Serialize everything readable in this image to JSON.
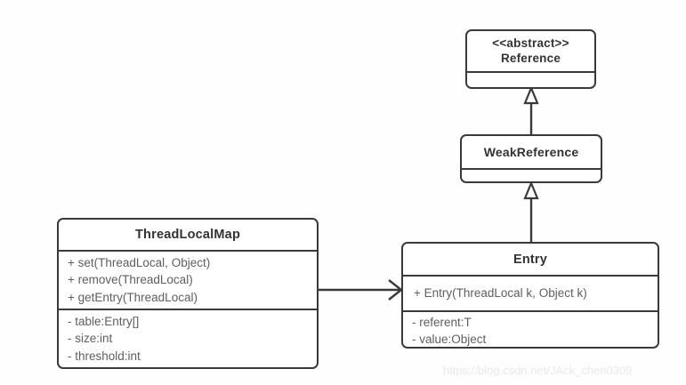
{
  "diagram": {
    "type": "uml-class-diagram",
    "background_color": "#fefefe",
    "border_color": "#3a3a3a",
    "title_text_color": "#333333",
    "member_text_color": "#5e5e5e"
  },
  "classes": {
    "reference": {
      "stereotype": "<<abstract>>",
      "name": "Reference",
      "members": []
    },
    "weak_reference": {
      "name": "WeakReference",
      "members": []
    },
    "entry": {
      "name": "Entry",
      "operations": [
        "+ Entry(ThreadLocal k, Object k)"
      ],
      "attributes": [
        "- referent:T",
        "- value:Object"
      ]
    },
    "thread_local_map": {
      "name": "ThreadLocalMap",
      "operations": [
        "+ set(ThreadLocal, Object)",
        "+ remove(ThreadLocal)",
        "+ getEntry(ThreadLocal)"
      ],
      "attributes": [
        "- table:Entry[]",
        "- size:int",
        "- threshold:int"
      ]
    }
  },
  "relationships": [
    {
      "from": "weak_reference",
      "to": "reference",
      "kind": "generalization",
      "arrowhead": "hollow-triangle"
    },
    {
      "from": "entry",
      "to": "weak_reference",
      "kind": "generalization",
      "arrowhead": "hollow-triangle"
    },
    {
      "from": "thread_local_map",
      "to": "entry",
      "kind": "association",
      "arrowhead": "open-arrow"
    }
  ],
  "watermark": {
    "text": "https://blog.csdn.net/JAck_chen0309",
    "color": "#e9e9e9"
  }
}
